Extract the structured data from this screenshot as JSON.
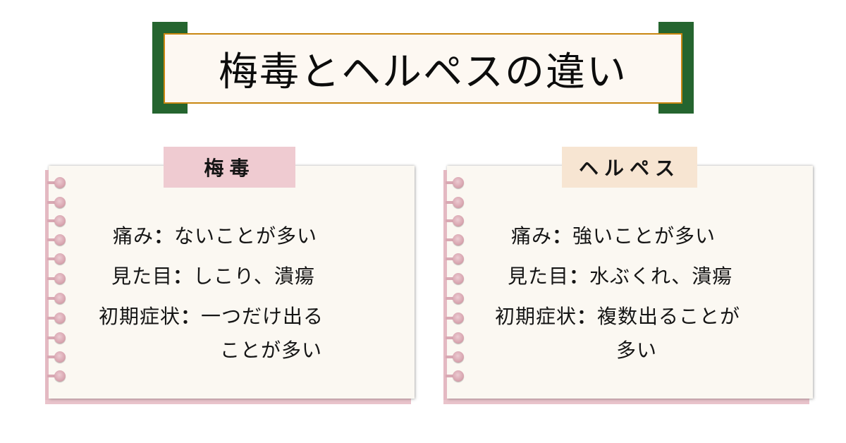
{
  "header": {
    "title": "梅毒とヘルペスの違い",
    "colors": {
      "bar": "#25652f",
      "border": "#c98712",
      "box": "#fdf8f2"
    }
  },
  "cards": [
    {
      "tab_label": "梅毒",
      "tab_color": "#efcbd1",
      "rows": [
        {
          "label": "痛み",
          "sep": "：",
          "value": "ないことが多い"
        },
        {
          "label": "見た目",
          "sep": "：",
          "value": "しこり、潰瘍"
        },
        {
          "label": "初期症状",
          "sep": "：",
          "value": "一つだけ出る",
          "value_cont": "ことが多い"
        }
      ]
    },
    {
      "tab_label": "ヘルペス",
      "tab_color": "#f7e5d2",
      "rows": [
        {
          "label": "痛み",
          "sep": "：",
          "value": "強いことが多い"
        },
        {
          "label": "見た目",
          "sep": "：",
          "value": "水ぶくれ、潰瘍"
        },
        {
          "label": "初期症状",
          "sep": "：",
          "value": "複数出ることが",
          "value_cont": "多い"
        }
      ]
    }
  ],
  "icons": {
    "ring": "notebook-ring-icon"
  }
}
